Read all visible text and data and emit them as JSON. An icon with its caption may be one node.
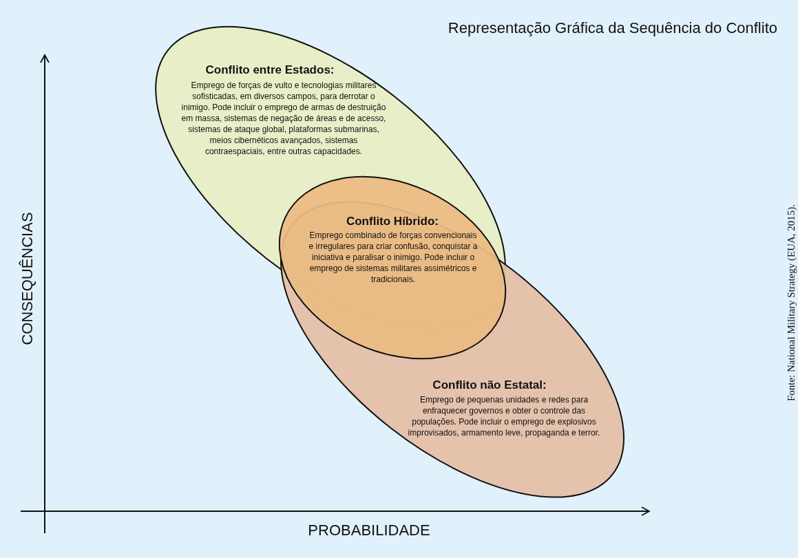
{
  "diagram": {
    "title": "Representação Gráfica da Sequência do Conflito",
    "caption": "Fonte: National Military Strategy (EUA, 2015).",
    "nodes": [
      {
        "text": [
          "Conflito entre Estados:",
          "Emprego de forças de vulto e tecnologias militares sofisticadas, em diversos campos, para derrotar o inimigo. Pode incluir o emprego de armas de destruição em massa, sistemas de negação de áreas e de acesso, sistemas de ataque global, plataformas submarinas, meios cibernéticos avançados, sistemas contraespaciais, entre outras capacidades."
        ]
      },
      {
        "text": [
          "Conflito não Estatal:",
          "Emprego de pequenas unidades e redes para enfraquecer governos e obter o controle das populações. Pode incluir o emprego de explosivos improvisados, armamento leve, propaganda e terror."
        ]
      },
      {
        "text": [
          "Conflito Híbrido:",
          "Emprego combinado de forças convencionais e irregulares para criar confusão, conquistar a iniciativa e paralisar o inimigo. Pode incluir o emprego de sistemas militares assimétricos e tradicionais."
        ]
      }
    ],
    "labels": [
      "CONSEQUÊNCIAS",
      "PROBABILIDADE"
    ]
  }
}
